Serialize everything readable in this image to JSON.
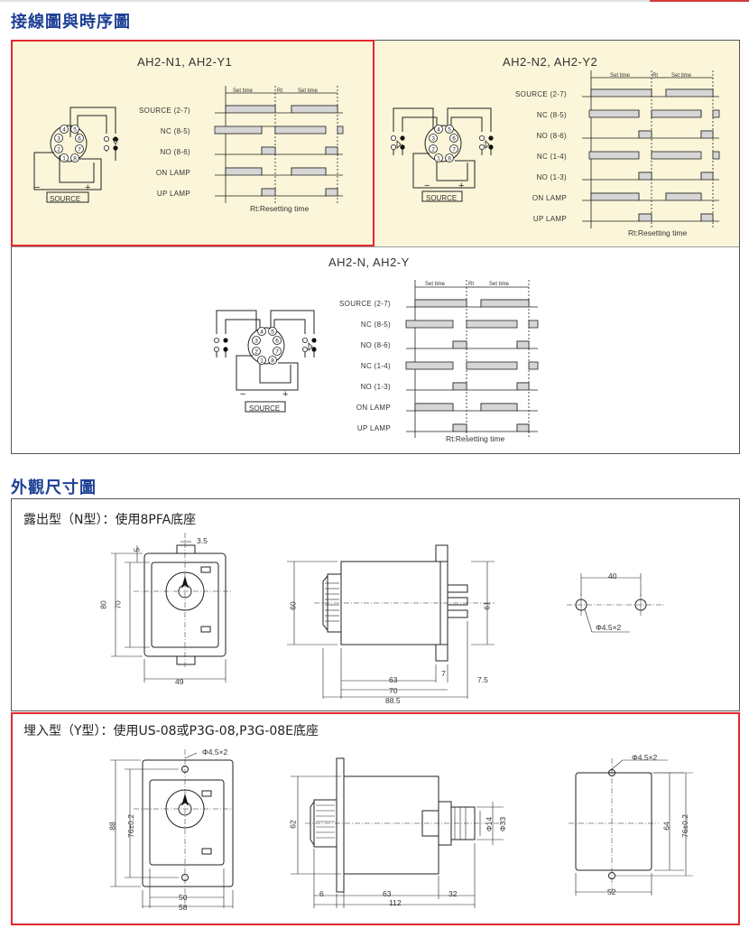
{
  "sections": {
    "wiring_title": "接線圖與時序圖",
    "dimensions_title": "外觀尺寸圖"
  },
  "wiring": {
    "n1y1": {
      "title": "AH2-N1, AH2-Y1",
      "signals": [
        "SOURCE (2-7)",
        "NC (8-5)",
        "NO (8-6)",
        "ON LAMP",
        "UP LAMP"
      ],
      "set_time": "Set time",
      "rt": "Rt",
      "footnote": "Rt:Resetting time",
      "source": "SOURCE",
      "minus": "−",
      "plus": "+"
    },
    "n2y2": {
      "title": "AH2-N2, AH2-Y2",
      "signals": [
        "SOURCE (2-7)",
        "NC (8-5)",
        "NO (8-6)",
        "NC (1-4)",
        "NO (1-3)",
        "ON LAMP",
        "UP LAMP"
      ],
      "set_time": "Set time",
      "rt": "Rt",
      "footnote": "Rt:Resetting time",
      "source": "SOURCE",
      "minus": "−",
      "plus": "+"
    },
    "ny": {
      "title": "AH2-N, AH2-Y",
      "signals": [
        "SOURCE (2-7)",
        "NC (8-5)",
        "NO (8-6)",
        "NC (1-4)",
        "NO (1-3)",
        "ON LAMP",
        "UP LAMP"
      ],
      "set_time": "Set time",
      "rt": "Rt",
      "footnote": "Rt:Resetting time",
      "source": "SOURCE",
      "minus": "−",
      "plus": "+"
    },
    "pins": [
      "1",
      "2",
      "3",
      "4",
      "5",
      "6",
      "7",
      "8"
    ]
  },
  "dimensions": {
    "n_type": {
      "subtitle": "露出型（N型）：使用8PFA底座",
      "front": {
        "h_outer": "80",
        "h_inner": "70",
        "top": "5",
        "tab": "3.5",
        "width": "49"
      },
      "side": {
        "h": "60",
        "h2": "61",
        "d1": "63",
        "d2": "70",
        "d3": "88.5",
        "pin": "7",
        "pin2": "7.5"
      },
      "holes": {
        "spacing": "40",
        "hole": "Φ4.5×2"
      }
    },
    "y_type": {
      "subtitle": "埋入型（Y型）：使用US-08或P3G-08,P3G-08E底座",
      "front": {
        "hole": "Φ4.5×2",
        "h_outer": "88",
        "h_inner": "76±0.2",
        "w_inner": "50",
        "w_outer": "58"
      },
      "side": {
        "h": "62",
        "d_small": "Φ14",
        "d_big": "Φ33",
        "flange": "6",
        "d1": "63",
        "d2": "32",
        "total": "112"
      },
      "cutout": {
        "hole": "Φ4.5×2",
        "h1": "64",
        "h2": "76±0.2",
        "w": "52"
      }
    }
  },
  "colors": {
    "title_blue": "#1c3f95",
    "highlight_red": "#e0282e",
    "panel_yellow": "#fbf6d9",
    "pulse_gray": "#d6d6d6"
  }
}
